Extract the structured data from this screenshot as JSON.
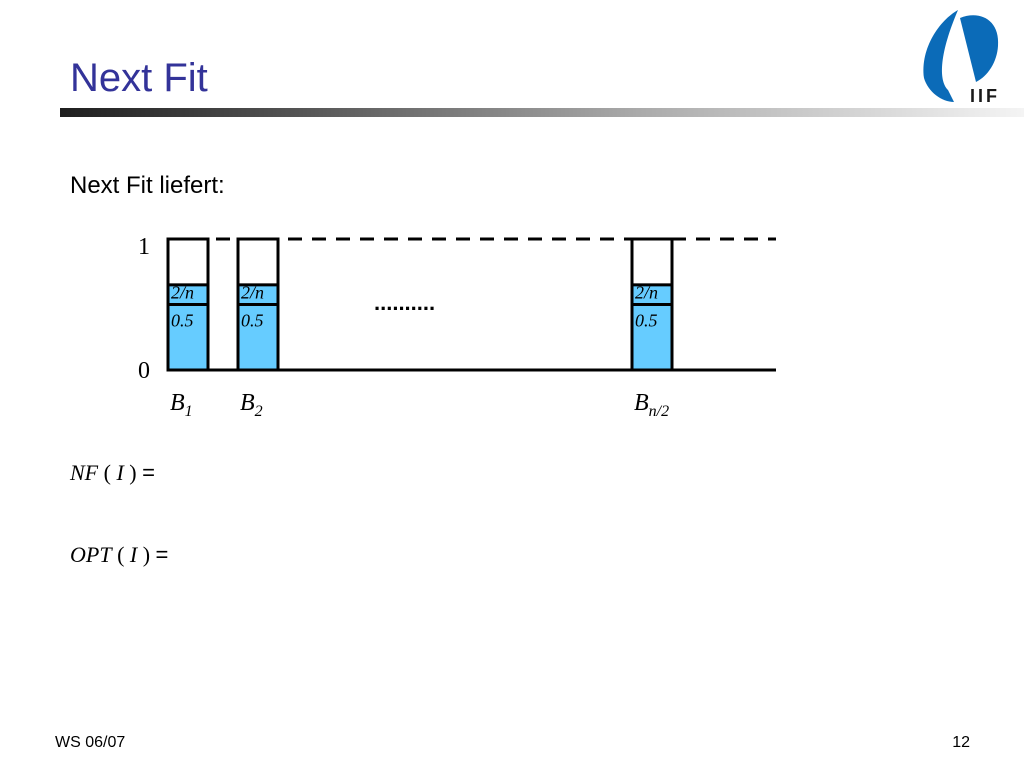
{
  "slide": {
    "title": "Next Fit",
    "intro": "Next Fit liefert:"
  },
  "logo": {
    "text": "IIF",
    "icon": "iif-logo",
    "color": "#0b6bb8"
  },
  "diagram": {
    "y_max_label": "1",
    "y_min_label": "0",
    "ellipsis": "..........",
    "bin_fill_color": "#66ccff",
    "bins": [
      {
        "label_main": "B",
        "label_sub": "1",
        "items": [
          {
            "label": "0.5",
            "size": 0.5
          },
          {
            "label": "2/n",
            "size": 0.15
          }
        ]
      },
      {
        "label_main": "B",
        "label_sub": "2",
        "items": [
          {
            "label": "0.5",
            "size": 0.5
          },
          {
            "label": "2/n",
            "size": 0.15
          }
        ]
      },
      {
        "label_main": "B",
        "label_sub": "n/2",
        "items": [
          {
            "label": "0.5",
            "size": 0.5
          },
          {
            "label": "2/n",
            "size": 0.15
          }
        ]
      }
    ]
  },
  "formulas": {
    "nf_name": "NF",
    "opt_name": "OPT",
    "arg": "I",
    "open_paren": "(",
    "close_paren": ")",
    "equals": "="
  },
  "footer": {
    "left": "WS 06/07",
    "page": "12"
  }
}
